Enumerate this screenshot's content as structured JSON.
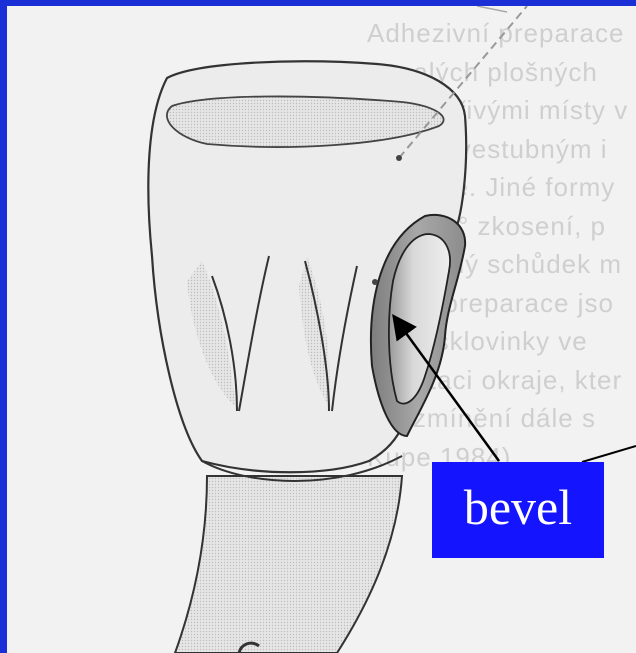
{
  "label": {
    "text": "bevel"
  },
  "background_text": {
    "lines": [
      "Adhezivní preparace",
      "u malých plošných",
      "podsekřivými místy v",
      "rokými vestubným i",
      "sklovině. Jiné formy",
      "jako 45° zkosení, p",
      "zaoblený schůdek m",
      "dající preparace jso",
      "ožnu sklovinky ve",
      "adaptaci okraje, kter",
      "mi, zmínění dále s",
      "Kupe 1984)."
    ]
  },
  "colors": {
    "frame": "#1a2fd6",
    "page": "#f2f2f2",
    "label_box": "#1414ff",
    "label_text": "#ffffff",
    "tooth_outline": "#333333",
    "bevel_fill": "#8a8a8a"
  }
}
